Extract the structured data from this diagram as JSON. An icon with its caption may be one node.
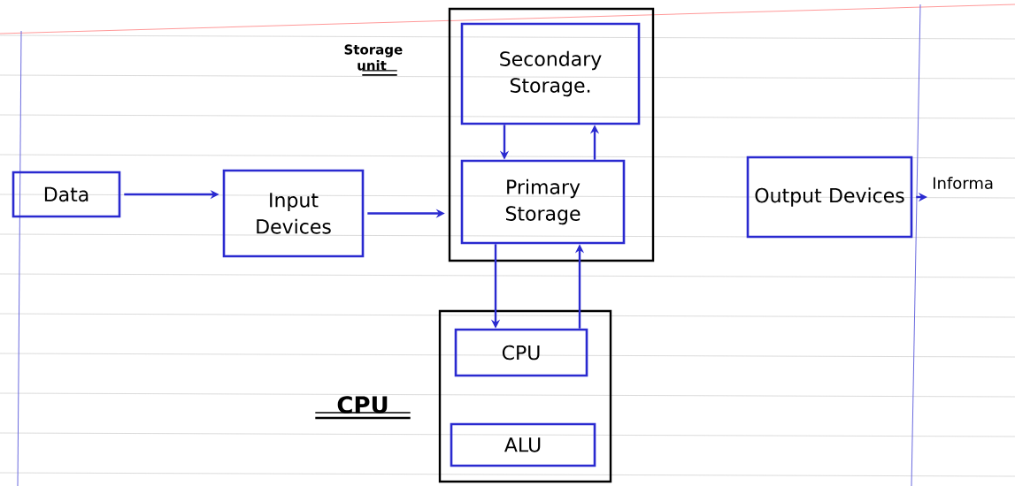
{
  "diagram": {
    "nodes": [
      {
        "text": [
          "Data"
        ]
      },
      {
        "text": [
          "Input Devices"
        ]
      },
      {
        "text": [
          "Storage unit"
        ]
      },
      {
        "text": [
          "Secondary Storage."
        ],
        "in": 2
      },
      {
        "text": [
          "Primary Storage"
        ],
        "in": 2
      },
      {
        "text": [
          "Output Devices"
        ]
      },
      {
        "text": [
          "Informa"
        ]
      },
      {
        "text": [
          "CPU"
        ]
      },
      {
        "text": [
          "CPU"
        ],
        "in": 7
      },
      {
        "text": [
          "ALU"
        ],
        "in": 7
      }
    ],
    "edges": [
      {
        "from": 0,
        "to": 1,
        "arrow": "to"
      },
      {
        "from": 1,
        "to": 2,
        "arrow": "to"
      },
      {
        "from": 3,
        "to": 4,
        "arrow": "to"
      },
      {
        "from": 4,
        "to": 3,
        "arrow": "to"
      },
      {
        "from": 4,
        "to": 8,
        "arrow": "to"
      },
      {
        "from": 8,
        "to": 4,
        "arrow": "to"
      },
      {
        "from": 5,
        "to": 6,
        "arrow": "to"
      }
    ]
  }
}
